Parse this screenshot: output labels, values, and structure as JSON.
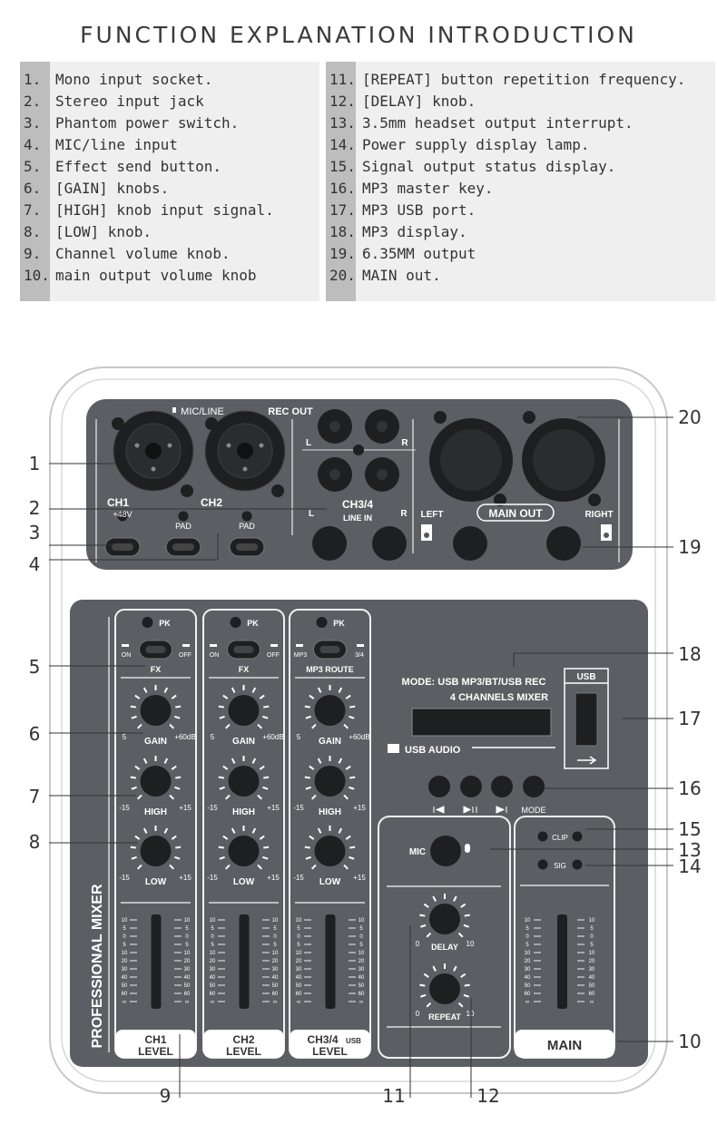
{
  "title": "FUNCTION EXPLANATION INTRODUCTION",
  "legend_left": [
    {
      "n": "1.",
      "text": "Mono input socket."
    },
    {
      "n": "2.",
      "text": "Stereo input jack"
    },
    {
      "n": "3.",
      "text": "Phantom power switch."
    },
    {
      "n": "4.",
      "text": "MIC/line input"
    },
    {
      "n": "5.",
      "text": "Effect send button."
    },
    {
      "n": "6.",
      "text": "[GAIN] knobs."
    },
    {
      "n": "7.",
      "text": "[HIGH] knob input signal."
    },
    {
      "n": "8.",
      "text": "[LOW] knob."
    },
    {
      "n": "9.",
      "text": "Channel volume knob."
    },
    {
      "n": "10.",
      "text": "main output volume knob"
    }
  ],
  "legend_right": [
    {
      "n": "11.",
      "text": "[REPEAT] button repetition frequency."
    },
    {
      "n": "12.",
      "text": "[DELAY] knob."
    },
    {
      "n": "13.",
      "text": "3.5mm headset output interrupt."
    },
    {
      "n": "14.",
      "text": "Power supply display lamp."
    },
    {
      "n": "15.",
      "text": "Signal output status display."
    },
    {
      "n": "16.",
      "text": "MP3 master key."
    },
    {
      "n": "17.",
      "text": "MP3 USB port."
    },
    {
      "n": "18.",
      "text": "MP3 display."
    },
    {
      "n": "19.",
      "text": "6.35MM output"
    },
    {
      "n": "20.",
      "text": "MAIN out."
    }
  ],
  "top_panel": {
    "mic_line": "MIC/LINE",
    "rec_out": "REC OUT",
    "l": "L",
    "r": "R",
    "ch1": "CH1",
    "ch2": "CH2",
    "ch34": "CH3/4",
    "line_in": "LINE IN",
    "p48v": "+48V",
    "pad": "PAD",
    "left": "LEFT",
    "right": "RIGHT",
    "main_out": "MAIN OUT"
  },
  "mixer": {
    "vertical_title": "PROFESSIONAL MIXER",
    "pk": "PK",
    "on": "ON",
    "off": "OFF",
    "fx": "FX",
    "mp3": "MP3",
    "ch34_short": "3/4",
    "mp3_route": "MP3 ROUTE",
    "gain": "GAIN",
    "gain_min": "5",
    "gain_max": "+60dB",
    "high": "HIGH",
    "low": "LOW",
    "eq_min": "-15",
    "eq_max": "+15",
    "meter_scale": [
      "10",
      "5",
      "0",
      "5",
      "10",
      "20",
      "30",
      "40",
      "50",
      "60",
      "∞"
    ],
    "ch1_name": "CH1",
    "ch2_name": "CH2",
    "ch34_name": "CH3/4",
    "usb_small": "USB",
    "level": "LEVEL",
    "mode_line1": "MODE: USB  MP3/BT/USB REC",
    "mode_line2": "4 CHANNELS MIXER",
    "usb_audio": "USB AUDIO",
    "usb": "USB",
    "mode": "MODE",
    "mic": "MIC",
    "delay": "DELAY",
    "repeat": "REPEAT",
    "zero": "0",
    "ten": "10",
    "clip": "CLIP",
    "sig": "SIG",
    "main": "MAIN"
  },
  "callouts": [
    "1",
    "2",
    "3",
    "4",
    "5",
    "6",
    "7",
    "8",
    "9",
    "10",
    "11",
    "12",
    "13",
    "14",
    "15",
    "16",
    "17",
    "18",
    "19",
    "20"
  ]
}
